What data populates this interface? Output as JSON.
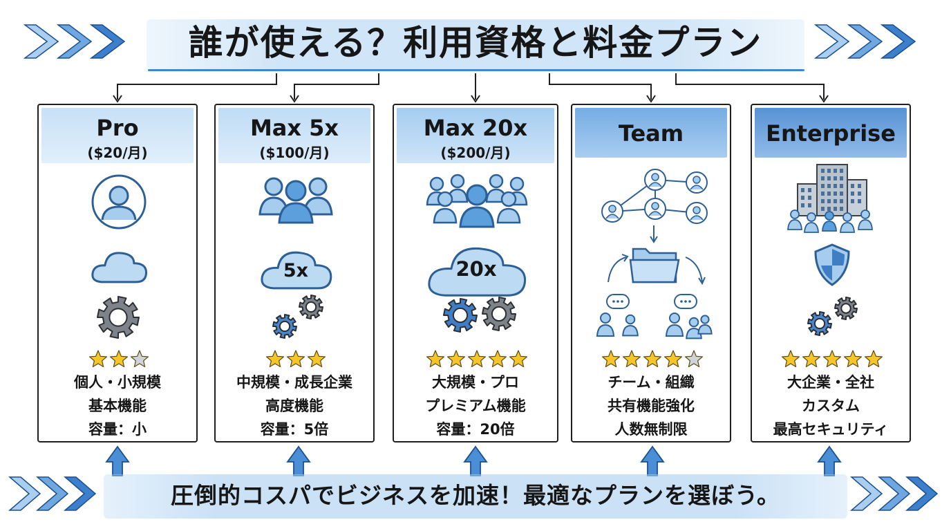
{
  "title": "誰が使える？利用資格と料金プラン",
  "footer": "圧倒的コスパでビジネスを加速！最適なプランを選ぼう。",
  "colors": {
    "accent_blue": "#3f86cf",
    "icon_blue": "#a6cdee",
    "icon_outline": "#2c5f96",
    "star_gold": "#f5c52a",
    "star_empty": "#d0d3d8",
    "gear_gray": "#7d8389"
  },
  "plans": [
    {
      "name": "Pro",
      "price": "($20/月)",
      "icons": [
        "user-circle-icon",
        "cloud-icon",
        "gear-icon"
      ],
      "rating": 2,
      "rating_max": 3,
      "features": [
        "個人・小規模",
        "基本機能",
        "容量：小"
      ]
    },
    {
      "name": "Max 5x",
      "price": "($100/月)",
      "icons": [
        "users-group-icon",
        "cloud-icon",
        "gears-icon"
      ],
      "cloud_label": "5x",
      "rating": 3,
      "rating_max": 3,
      "features": [
        "中規模・成長企業",
        "高度機能",
        "容量：5倍"
      ]
    },
    {
      "name": "Max 20x",
      "price": "($200/月)",
      "icons": [
        "users-crowd-icon",
        "cloud-icon",
        "gears-icon"
      ],
      "cloud_label": "20x",
      "rating": 5,
      "rating_max": 5,
      "features": [
        "大規模・プロ",
        "プレミアム機能",
        "容量：20倍"
      ]
    },
    {
      "name": "Team",
      "price": "",
      "icons": [
        "network-icon",
        "shared-folder-icon",
        "chat-people-icon"
      ],
      "rating": 4,
      "rating_max": 5,
      "features": [
        "チーム・組織",
        "共有機能強化",
        "人数無制限"
      ]
    },
    {
      "name": "Enterprise",
      "price": "",
      "icons": [
        "office-building-icon",
        "shield-icon",
        "gears-icon"
      ],
      "rating": 5,
      "rating_max": 5,
      "features": [
        "大企業・全社",
        "カスタム",
        "最高セキュリティ"
      ]
    }
  ]
}
